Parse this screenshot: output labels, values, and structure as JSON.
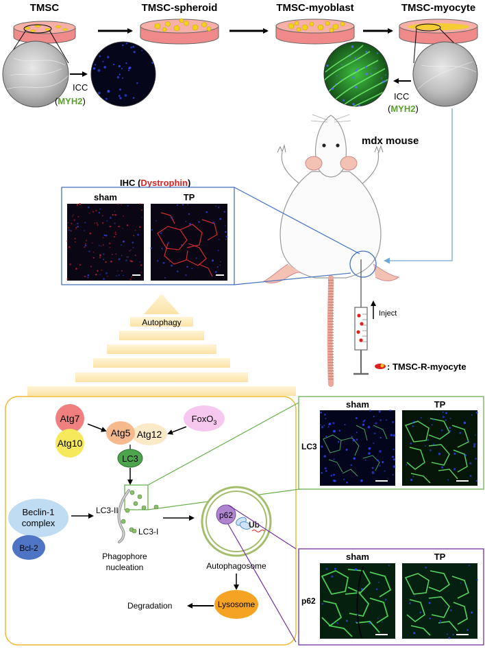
{
  "stages": {
    "tmsc": "TMSC",
    "spheroid": "TMSC-spheroid",
    "myoblast": "TMSC-myoblast",
    "myocyte": "TMSC-myocyte"
  },
  "icc_left": {
    "label": "ICC",
    "open": "(",
    "marker": "MYH2",
    "close": ")"
  },
  "icc_right": {
    "label": "ICC",
    "open": "(",
    "marker": "MYH2",
    "close": ")"
  },
  "mouse_label": "mdx mouse",
  "ihc": {
    "prefix": "IHC (",
    "marker": "Dystrophin",
    "suffix": ")",
    "sham": "sham",
    "tp": "TP"
  },
  "inject": "Inject",
  "legend": ": TMSC-R-myocyte",
  "autophagy": "Autophagy",
  "pathway": {
    "atg7": "Atg7",
    "atg10": "Atg10",
    "atg5": "Atg5",
    "atg12": "Atg12",
    "foxo_base": "FoxO",
    "foxo_sub": "3",
    "lc3": "LC3",
    "lc3_ii": "LC3-II",
    "lc3_i": "LC3-I",
    "beclin_line1": "Beclin-1",
    "beclin_line2": "complex",
    "bcl2": "Bcl-2",
    "phagophore_line1": "Phagophore",
    "phagophore_line2": "nucleation",
    "p62": "p62",
    "ub": "Ub",
    "autophagosome": "Autophagosome",
    "lysosome": "Lysosome",
    "degradation": "Degradation"
  },
  "lc3_panel": {
    "sham": "sham",
    "tp": "TP",
    "row": "LC3"
  },
  "p62_panel": {
    "sham": "sham",
    "tp": "TP",
    "row": "p62"
  },
  "colors": {
    "dish": "#f08a8a",
    "cell": "#f2d21e",
    "arrow": "#000000",
    "green_marker": "#5aa02c",
    "red_marker": "#e02020",
    "blue_line": "#6fa8d6",
    "pathway_border": "#f0b830",
    "lc3_border": "#6ab04c",
    "p62_border": "#7030a0"
  }
}
